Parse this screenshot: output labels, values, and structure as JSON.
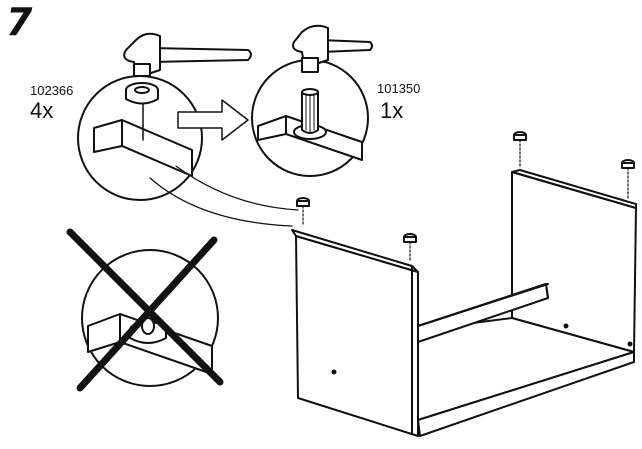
{
  "step": {
    "number": "7"
  },
  "parts": [
    {
      "code": "102366",
      "quantity": "4x",
      "icon": "cam-lock-nut-icon"
    },
    {
      "code": "101350",
      "quantity": "1x",
      "icon": "wooden-dowel-icon"
    }
  ],
  "illustrations": {
    "tool": "hammer-icon",
    "direction": "arrow-right-icon",
    "warning": "prohibited-cross-icon",
    "assembly": "open-cabinet-frame"
  },
  "colors": {
    "line": "#111111",
    "background": "#ffffff",
    "arrow_fill": "#ffffff"
  }
}
